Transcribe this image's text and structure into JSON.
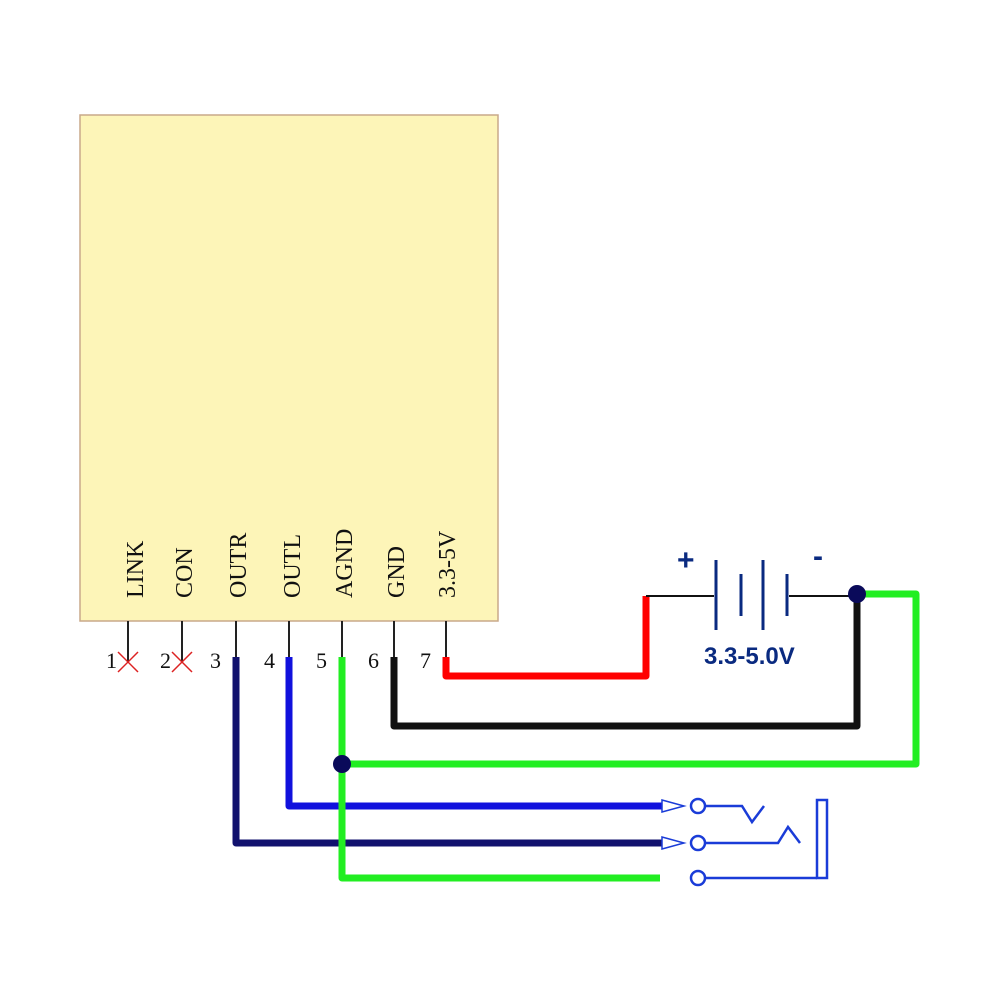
{
  "module": {
    "pins": [
      {
        "num": "1",
        "label": "LINK",
        "connected": false
      },
      {
        "num": "2",
        "label": "CON",
        "connected": false
      },
      {
        "num": "3",
        "label": "OUTR",
        "connected": true
      },
      {
        "num": "4",
        "label": "OUTL",
        "connected": true
      },
      {
        "num": "5",
        "label": "AGND",
        "connected": true
      },
      {
        "num": "6",
        "label": "GND",
        "connected": true
      },
      {
        "num": "7",
        "label": "3.3-5V",
        "connected": true
      }
    ]
  },
  "battery": {
    "plus": "+",
    "minus": "-",
    "label": "3.3-5.0V"
  },
  "colors": {
    "module_fill": "#fdf5b8",
    "module_border": "#c9a98a",
    "power_wire": "#ff0000",
    "ground_wire": "#111111",
    "agnd_wire": "#22ee22",
    "outl_wire": "#1111dd",
    "outr_wire": "#11116e",
    "battery": "#0a2a80",
    "jack": "#1a3cd8",
    "junction": "#0a0a5a",
    "nc_mark": "#dd2222"
  }
}
